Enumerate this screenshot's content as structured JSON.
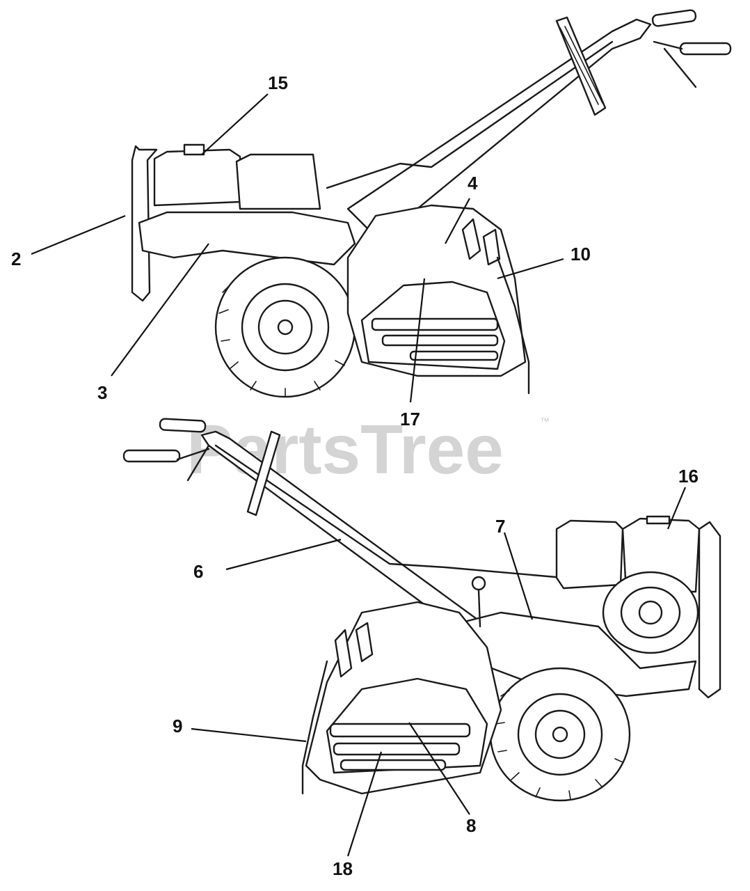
{
  "watermark": {
    "text": "PartsTree",
    "trademark": "™"
  },
  "callouts": {
    "c2": "2",
    "c3": "3",
    "c4": "4",
    "c6": "6",
    "c7": "7",
    "c8": "8",
    "c9": "9",
    "c10": "10",
    "c15": "15",
    "c16": "16",
    "c17": "17",
    "c18": "18"
  }
}
